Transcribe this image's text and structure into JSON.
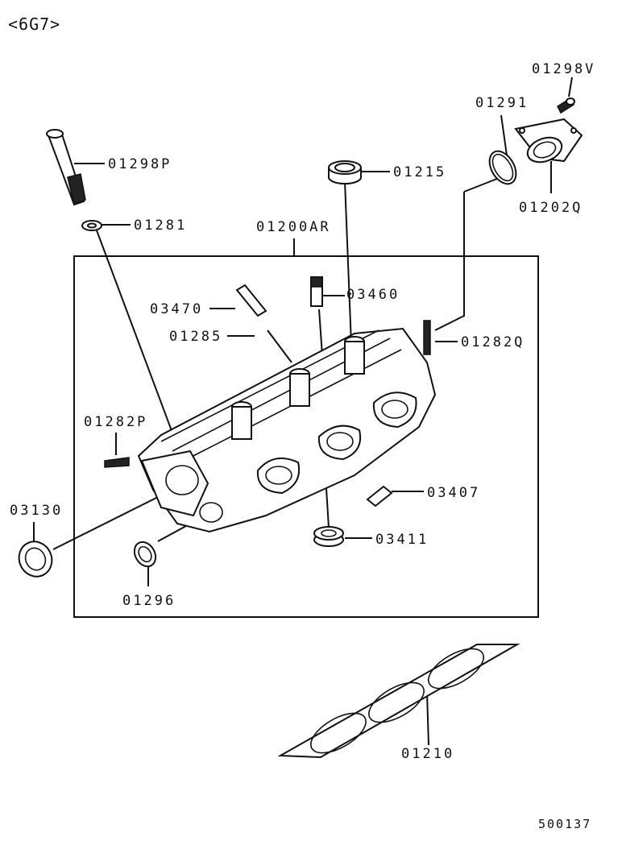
{
  "header": "<6G7>",
  "doc_number": "500137",
  "labels": {
    "p01298V": "01298V",
    "p01291": "01291",
    "p01298P": "01298P",
    "p01215": "01215",
    "p01202Q": "01202Q",
    "p01281": "01281",
    "p01200AR": "01200AR",
    "p03470": "03470",
    "p03460": "03460",
    "p01285": "01285",
    "p01282Q": "01282Q",
    "p01282P": "01282P",
    "p03407": "03407",
    "p03130": "03130",
    "p03411": "03411",
    "p01296": "01296",
    "p01210": "01210"
  }
}
